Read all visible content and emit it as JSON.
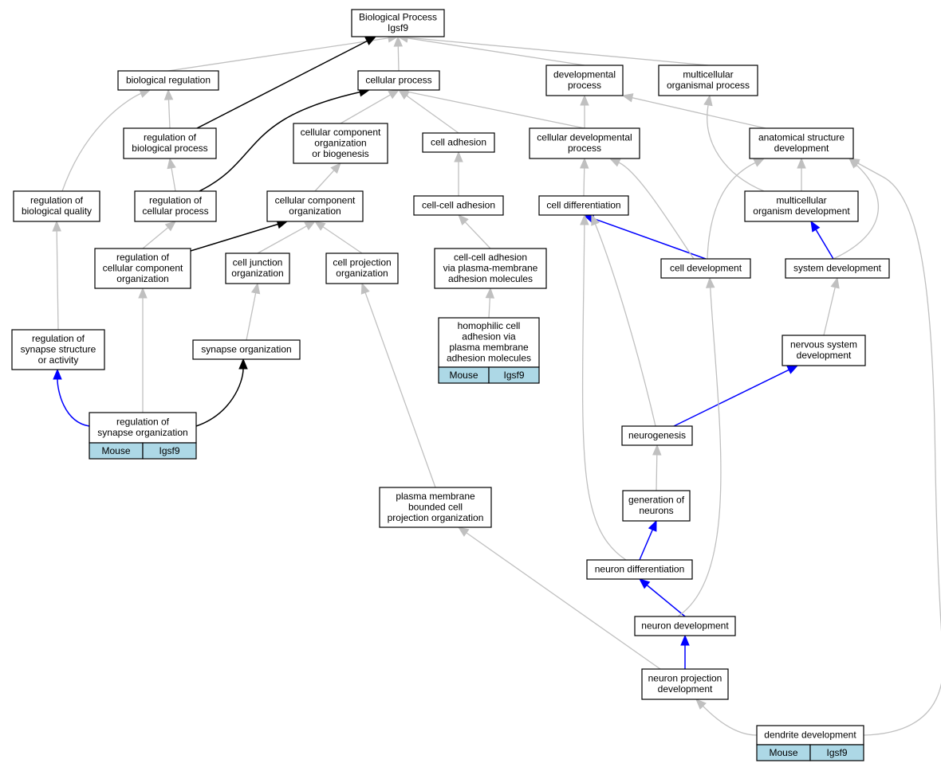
{
  "nodes": {
    "bp": {
      "lines": [
        "Biological Process",
        "Igsf9"
      ]
    },
    "breg": {
      "lines": [
        "biological regulation"
      ]
    },
    "cproc": {
      "lines": [
        "cellular process"
      ]
    },
    "devp": {
      "lines": [
        "developmental",
        "process"
      ]
    },
    "mcop": {
      "lines": [
        "multicellular",
        "organismal process"
      ]
    },
    "rbp": {
      "lines": [
        "regulation of",
        "biological process"
      ]
    },
    "ccob": {
      "lines": [
        "cellular component",
        "organization",
        "or biogenesis"
      ]
    },
    "cadh": {
      "lines": [
        "cell adhesion"
      ]
    },
    "cdp": {
      "lines": [
        "cellular developmental",
        "process"
      ]
    },
    "asd": {
      "lines": [
        "anatomical structure",
        "development"
      ]
    },
    "rbq": {
      "lines": [
        "regulation of",
        "biological quality"
      ]
    },
    "rcp": {
      "lines": [
        "regulation of",
        "cellular process"
      ]
    },
    "cco": {
      "lines": [
        "cellular component",
        "organization"
      ]
    },
    "ccadh": {
      "lines": [
        "cell-cell adhesion"
      ]
    },
    "cdiff": {
      "lines": [
        "cell differentiation"
      ]
    },
    "mod": {
      "lines": [
        "multicellular",
        "organism development"
      ]
    },
    "rcco": {
      "lines": [
        "regulation of",
        "cellular component",
        "organization"
      ]
    },
    "cjo": {
      "lines": [
        "cell junction",
        "organization"
      ]
    },
    "cpo": {
      "lines": [
        "cell projection",
        "organization"
      ]
    },
    "ccapm": {
      "lines": [
        "cell-cell adhesion",
        "via plasma-membrane",
        "adhesion molecules"
      ]
    },
    "cdev": {
      "lines": [
        "cell development"
      ]
    },
    "sdev": {
      "lines": [
        "system development"
      ]
    },
    "rsso": {
      "lines": [
        "regulation of",
        "synapse structure",
        "or activity"
      ]
    },
    "so": {
      "lines": [
        "synapse organization"
      ]
    },
    "hca": {
      "lines": [
        "homophilic cell",
        "adhesion via",
        "plasma membrane",
        "adhesion molecules"
      ],
      "annot": [
        "Mouse",
        "Igsf9"
      ]
    },
    "nsd": {
      "lines": [
        "nervous system",
        "development"
      ]
    },
    "rso": {
      "lines": [
        "regulation of",
        "synapse organization"
      ],
      "annot": [
        "Mouse",
        "Igsf9"
      ]
    },
    "ngen": {
      "lines": [
        "neurogenesis"
      ]
    },
    "pmbc": {
      "lines": [
        "plasma membrane",
        "bounded cell",
        "projection organization"
      ]
    },
    "gon": {
      "lines": [
        "generation of",
        "neurons"
      ]
    },
    "ndiff": {
      "lines": [
        "neuron differentiation"
      ]
    },
    "ndev": {
      "lines": [
        "neuron development"
      ]
    },
    "npd": {
      "lines": [
        "neuron projection",
        "development"
      ]
    },
    "ddev": {
      "lines": [
        "dendrite development"
      ],
      "annot": [
        "Mouse",
        "Igsf9"
      ]
    }
  },
  "edges": [
    {
      "from": "breg",
      "to": "bp",
      "color": "gray"
    },
    {
      "from": "cproc",
      "to": "bp",
      "color": "gray"
    },
    {
      "from": "devp",
      "to": "bp",
      "color": "gray"
    },
    {
      "from": "mcop",
      "to": "bp",
      "color": "gray"
    },
    {
      "from": "rbp",
      "to": "bp",
      "color": "black"
    },
    {
      "from": "rbp",
      "to": "breg",
      "color": "gray"
    },
    {
      "from": "rcp",
      "to": "cproc",
      "color": "black"
    },
    {
      "from": "rcp",
      "to": "rbp",
      "color": "gray"
    },
    {
      "from": "ccob",
      "to": "cproc",
      "color": "gray"
    },
    {
      "from": "cadh",
      "to": "cproc",
      "color": "gray"
    },
    {
      "from": "cdp",
      "to": "cproc",
      "color": "gray"
    },
    {
      "from": "cdp",
      "to": "devp",
      "color": "gray"
    },
    {
      "from": "asd",
      "to": "devp",
      "color": "gray"
    },
    {
      "from": "mod",
      "to": "mcop",
      "color": "gray"
    },
    {
      "from": "mod",
      "to": "asd",
      "color": "gray"
    },
    {
      "from": "rbq",
      "to": "breg",
      "color": "gray"
    },
    {
      "from": "cco",
      "to": "ccob",
      "color": "gray"
    },
    {
      "from": "ccadh",
      "to": "cadh",
      "color": "gray"
    },
    {
      "from": "cdiff",
      "to": "cdp",
      "color": "gray"
    },
    {
      "from": "rcco",
      "to": "cco",
      "color": "black"
    },
    {
      "from": "rcco",
      "to": "rcp",
      "color": "gray"
    },
    {
      "from": "cjo",
      "to": "cco",
      "color": "gray"
    },
    {
      "from": "cpo",
      "to": "cco",
      "color": "gray"
    },
    {
      "from": "ccapm",
      "to": "ccadh",
      "color": "gray"
    },
    {
      "from": "cdev",
      "to": "cdiff",
      "color": "blue"
    },
    {
      "from": "cdev",
      "to": "cdp",
      "color": "gray"
    },
    {
      "from": "cdev",
      "to": "asd",
      "color": "gray"
    },
    {
      "from": "sdev",
      "to": "mod",
      "color": "blue"
    },
    {
      "from": "sdev",
      "to": "asd",
      "color": "gray"
    },
    {
      "from": "rsso",
      "to": "rbq",
      "color": "gray"
    },
    {
      "from": "so",
      "to": "cjo",
      "color": "gray"
    },
    {
      "from": "hca",
      "to": "ccapm",
      "color": "gray"
    },
    {
      "from": "nsd",
      "to": "sdev",
      "color": "gray"
    },
    {
      "from": "rso",
      "to": "rsso",
      "color": "blue"
    },
    {
      "from": "rso",
      "to": "rcco",
      "color": "gray"
    },
    {
      "from": "rso",
      "to": "so",
      "color": "black"
    },
    {
      "from": "ngen",
      "to": "nsd",
      "color": "blue"
    },
    {
      "from": "ngen",
      "to": "cdiff",
      "color": "gray"
    },
    {
      "from": "pmbc",
      "to": "cpo",
      "color": "gray"
    },
    {
      "from": "gon",
      "to": "ngen",
      "color": "gray"
    },
    {
      "from": "ndiff",
      "to": "gon",
      "color": "blue"
    },
    {
      "from": "ndiff",
      "to": "cdiff",
      "color": "gray"
    },
    {
      "from": "ndev",
      "to": "ndiff",
      "color": "blue"
    },
    {
      "from": "ndev",
      "to": "cdev",
      "color": "gray"
    },
    {
      "from": "npd",
      "to": "ndev",
      "color": "blue"
    },
    {
      "from": "npd",
      "to": "pmbc",
      "color": "gray"
    },
    {
      "from": "ddev",
      "to": "npd",
      "color": "gray"
    },
    {
      "from": "ddev",
      "to": "asd",
      "color": "gray"
    }
  ],
  "colors": {
    "gray": "#c0c0c0",
    "black": "#000000",
    "blue": "#0000ff",
    "annotation_fill": "#add8e6"
  }
}
